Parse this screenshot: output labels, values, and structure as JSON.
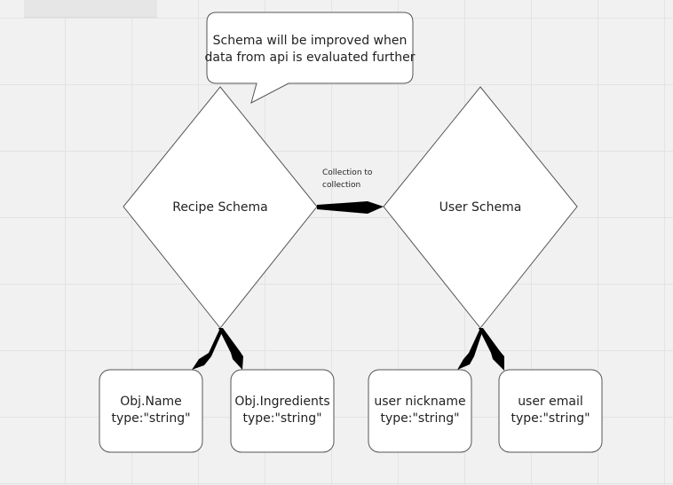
{
  "callout": {
    "lines": [
      "Schema will be improved when",
      "data from api is evaluated further"
    ]
  },
  "nodes": {
    "recipe_schema": "Recipe Schema",
    "user_schema": "User Schema"
  },
  "connector": {
    "label_lines": [
      "Collection to",
      "collection"
    ]
  },
  "fields": {
    "obj_name": [
      "Obj.Name",
      "type:\"string\""
    ],
    "obj_ingredients": [
      "Obj.Ingredients",
      "type:\"string\""
    ],
    "user_nickname": [
      "user nickname",
      "type:\"string\""
    ],
    "user_email": [
      "user email",
      "type:\"string\""
    ]
  },
  "colors": {
    "shape_fill": "#ffffff",
    "shape_stroke": "#555555",
    "arrow": "#000000",
    "background": "#f1f1f1"
  }
}
